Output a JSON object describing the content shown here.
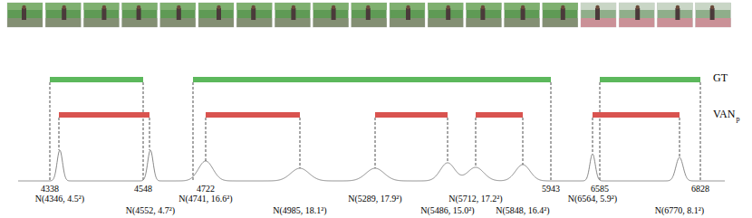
{
  "diagram": {
    "labels": [
      "GT",
      "VAN",
      "p",
      "4338",
      "4548",
      "4722",
      "5943",
      "6585",
      "6828",
      "N(4346, 4.5²)",
      "N(4552, 4.7²)",
      "N(4741, 16.6²)",
      "N(4985, 18.1²)",
      "N(5289, 17.9²)",
      "N(5486, 15.0²)",
      "N(5712, 17.2²)",
      "N(5848, 16.4²)",
      "N(6564, 5.9²)",
      "N(6770, 8.1²)"
    ]
  }
}
